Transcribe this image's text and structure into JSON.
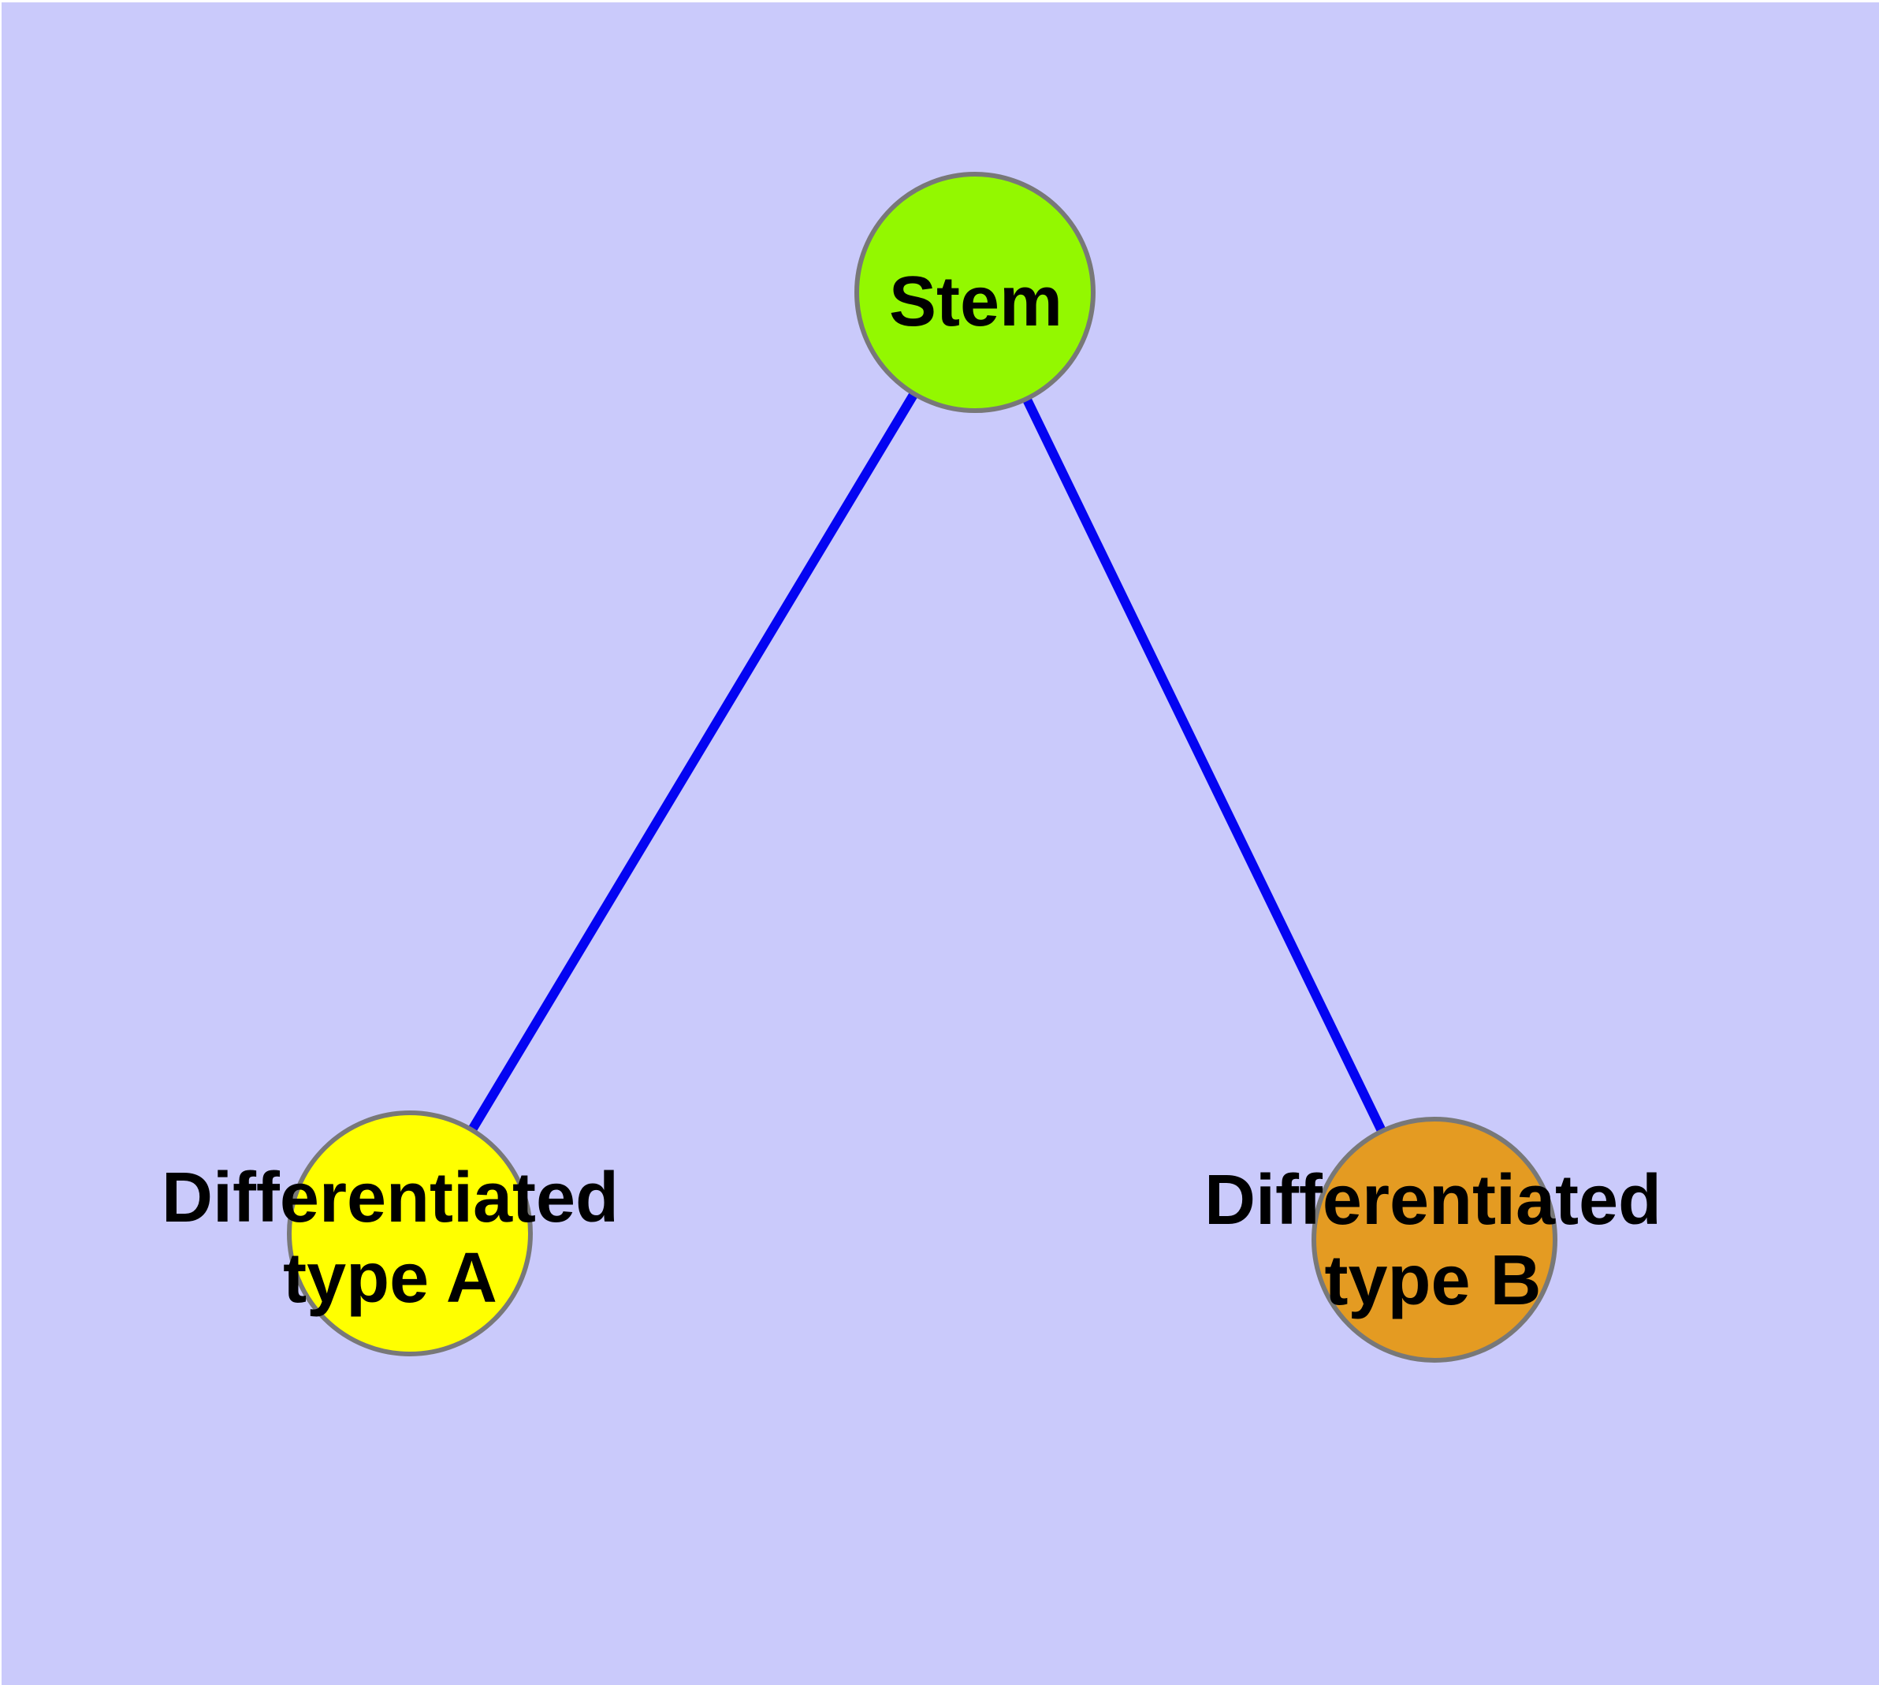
{
  "colors": {
    "page_margin": "#ffffff",
    "background": "#cacafb",
    "edge": "#0404f2",
    "node_border": "#787878",
    "label": "#000000"
  },
  "nodes": {
    "stem": {
      "label": "Stem",
      "fill": "#93f800"
    },
    "type_a": {
      "label_line1": "Differentiated",
      "label_line2": "type A",
      "fill": "#ffff00"
    },
    "type_b": {
      "label_line1": "Differentiated",
      "label_line2": "type B",
      "fill": "#e49b22"
    }
  },
  "edges": [
    {
      "from": "Stem",
      "to": "Differentiated type A"
    },
    {
      "from": "Stem",
      "to": "Differentiated type B"
    }
  ]
}
